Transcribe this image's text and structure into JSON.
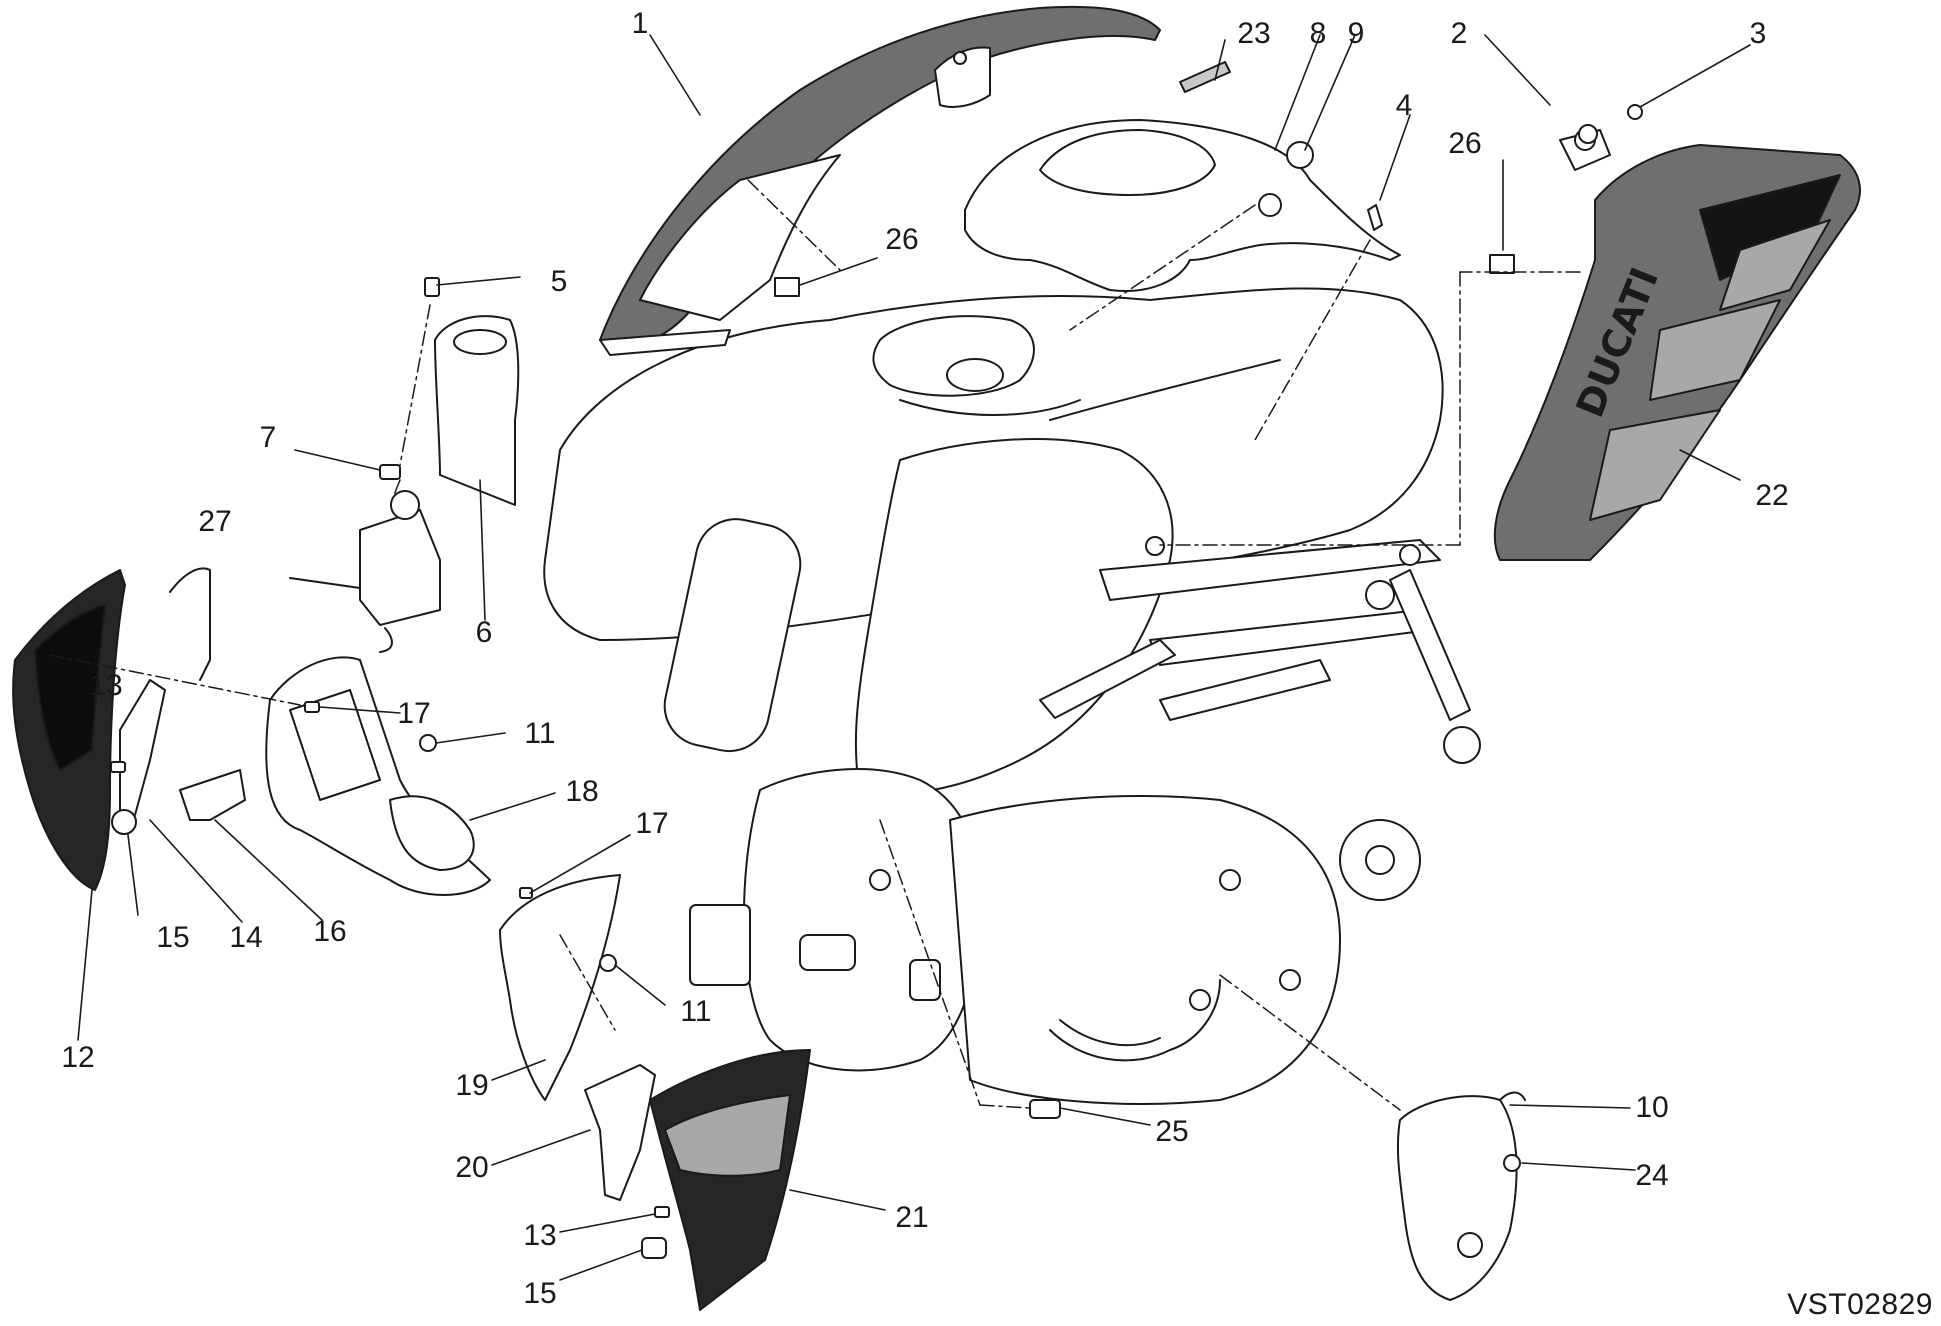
{
  "diagram": {
    "reference_code": "VST02829",
    "tank_cover_brand": "DUCATI",
    "callouts": [
      {
        "id": "c1",
        "label": "1"
      },
      {
        "id": "c23",
        "label": "23"
      },
      {
        "id": "c8",
        "label": "8"
      },
      {
        "id": "c9",
        "label": "9"
      },
      {
        "id": "c2",
        "label": "2"
      },
      {
        "id": "c3",
        "label": "3"
      },
      {
        "id": "c4",
        "label": "4"
      },
      {
        "id": "c26a",
        "label": "26"
      },
      {
        "id": "c26b",
        "label": "26"
      },
      {
        "id": "c5",
        "label": "5"
      },
      {
        "id": "c7",
        "label": "7"
      },
      {
        "id": "c6",
        "label": "6"
      },
      {
        "id": "c27",
        "label": "27"
      },
      {
        "id": "c22",
        "label": "22"
      },
      {
        "id": "c13a",
        "label": "13"
      },
      {
        "id": "c17a",
        "label": "17"
      },
      {
        "id": "c11a",
        "label": "11"
      },
      {
        "id": "c18",
        "label": "18"
      },
      {
        "id": "c15a",
        "label": "15"
      },
      {
        "id": "c14",
        "label": "14"
      },
      {
        "id": "c16",
        "label": "16"
      },
      {
        "id": "c12",
        "label": "12"
      },
      {
        "id": "c17b",
        "label": "17"
      },
      {
        "id": "c11b",
        "label": "11"
      },
      {
        "id": "c19",
        "label": "19"
      },
      {
        "id": "c10",
        "label": "10"
      },
      {
        "id": "c25",
        "label": "25"
      },
      {
        "id": "c24",
        "label": "24"
      },
      {
        "id": "c20",
        "label": "20"
      },
      {
        "id": "c21",
        "label": "21"
      },
      {
        "id": "c13b",
        "label": "13"
      },
      {
        "id": "c15b",
        "label": "15"
      }
    ]
  }
}
